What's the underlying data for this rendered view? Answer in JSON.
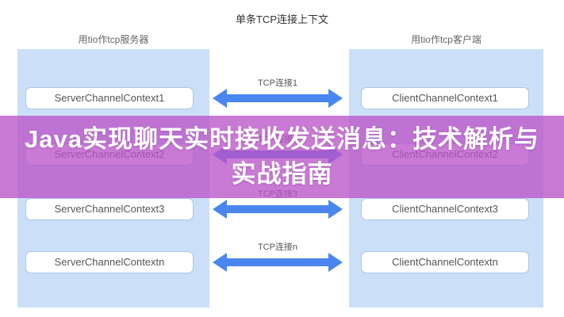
{
  "diagram": {
    "title": "单条TCP连接上下文",
    "server_panel": {
      "title": "用tio作tcp服务器"
    },
    "client_panel": {
      "title": "用tio作tcp客户端"
    },
    "rows": [
      {
        "server": "ServerChannelContext1",
        "client": "ClientChannelContext1",
        "link": "TCP连接1"
      },
      {
        "server": "ServerChannelContext2",
        "client": "ClientChannelContext2",
        "link": "TCP连接2"
      },
      {
        "server": "ServerChannelContext3",
        "client": "ClientChannelContext3",
        "link": "TCP连接3"
      },
      {
        "server": "ServerChannelContextn",
        "client": "ClientChannelContextn",
        "link": "TCP连接n"
      }
    ],
    "colors": {
      "panel_blue": "#cbdff8",
      "arrow_blue": "#4a86f0",
      "node_border": "#a9c7e8",
      "banner_purple": "rgba(186,85,200,0.78)"
    }
  },
  "banner": {
    "line1": "Java实现聊天实时接收发送消息：技术解析与",
    "line2": "实战指南"
  }
}
